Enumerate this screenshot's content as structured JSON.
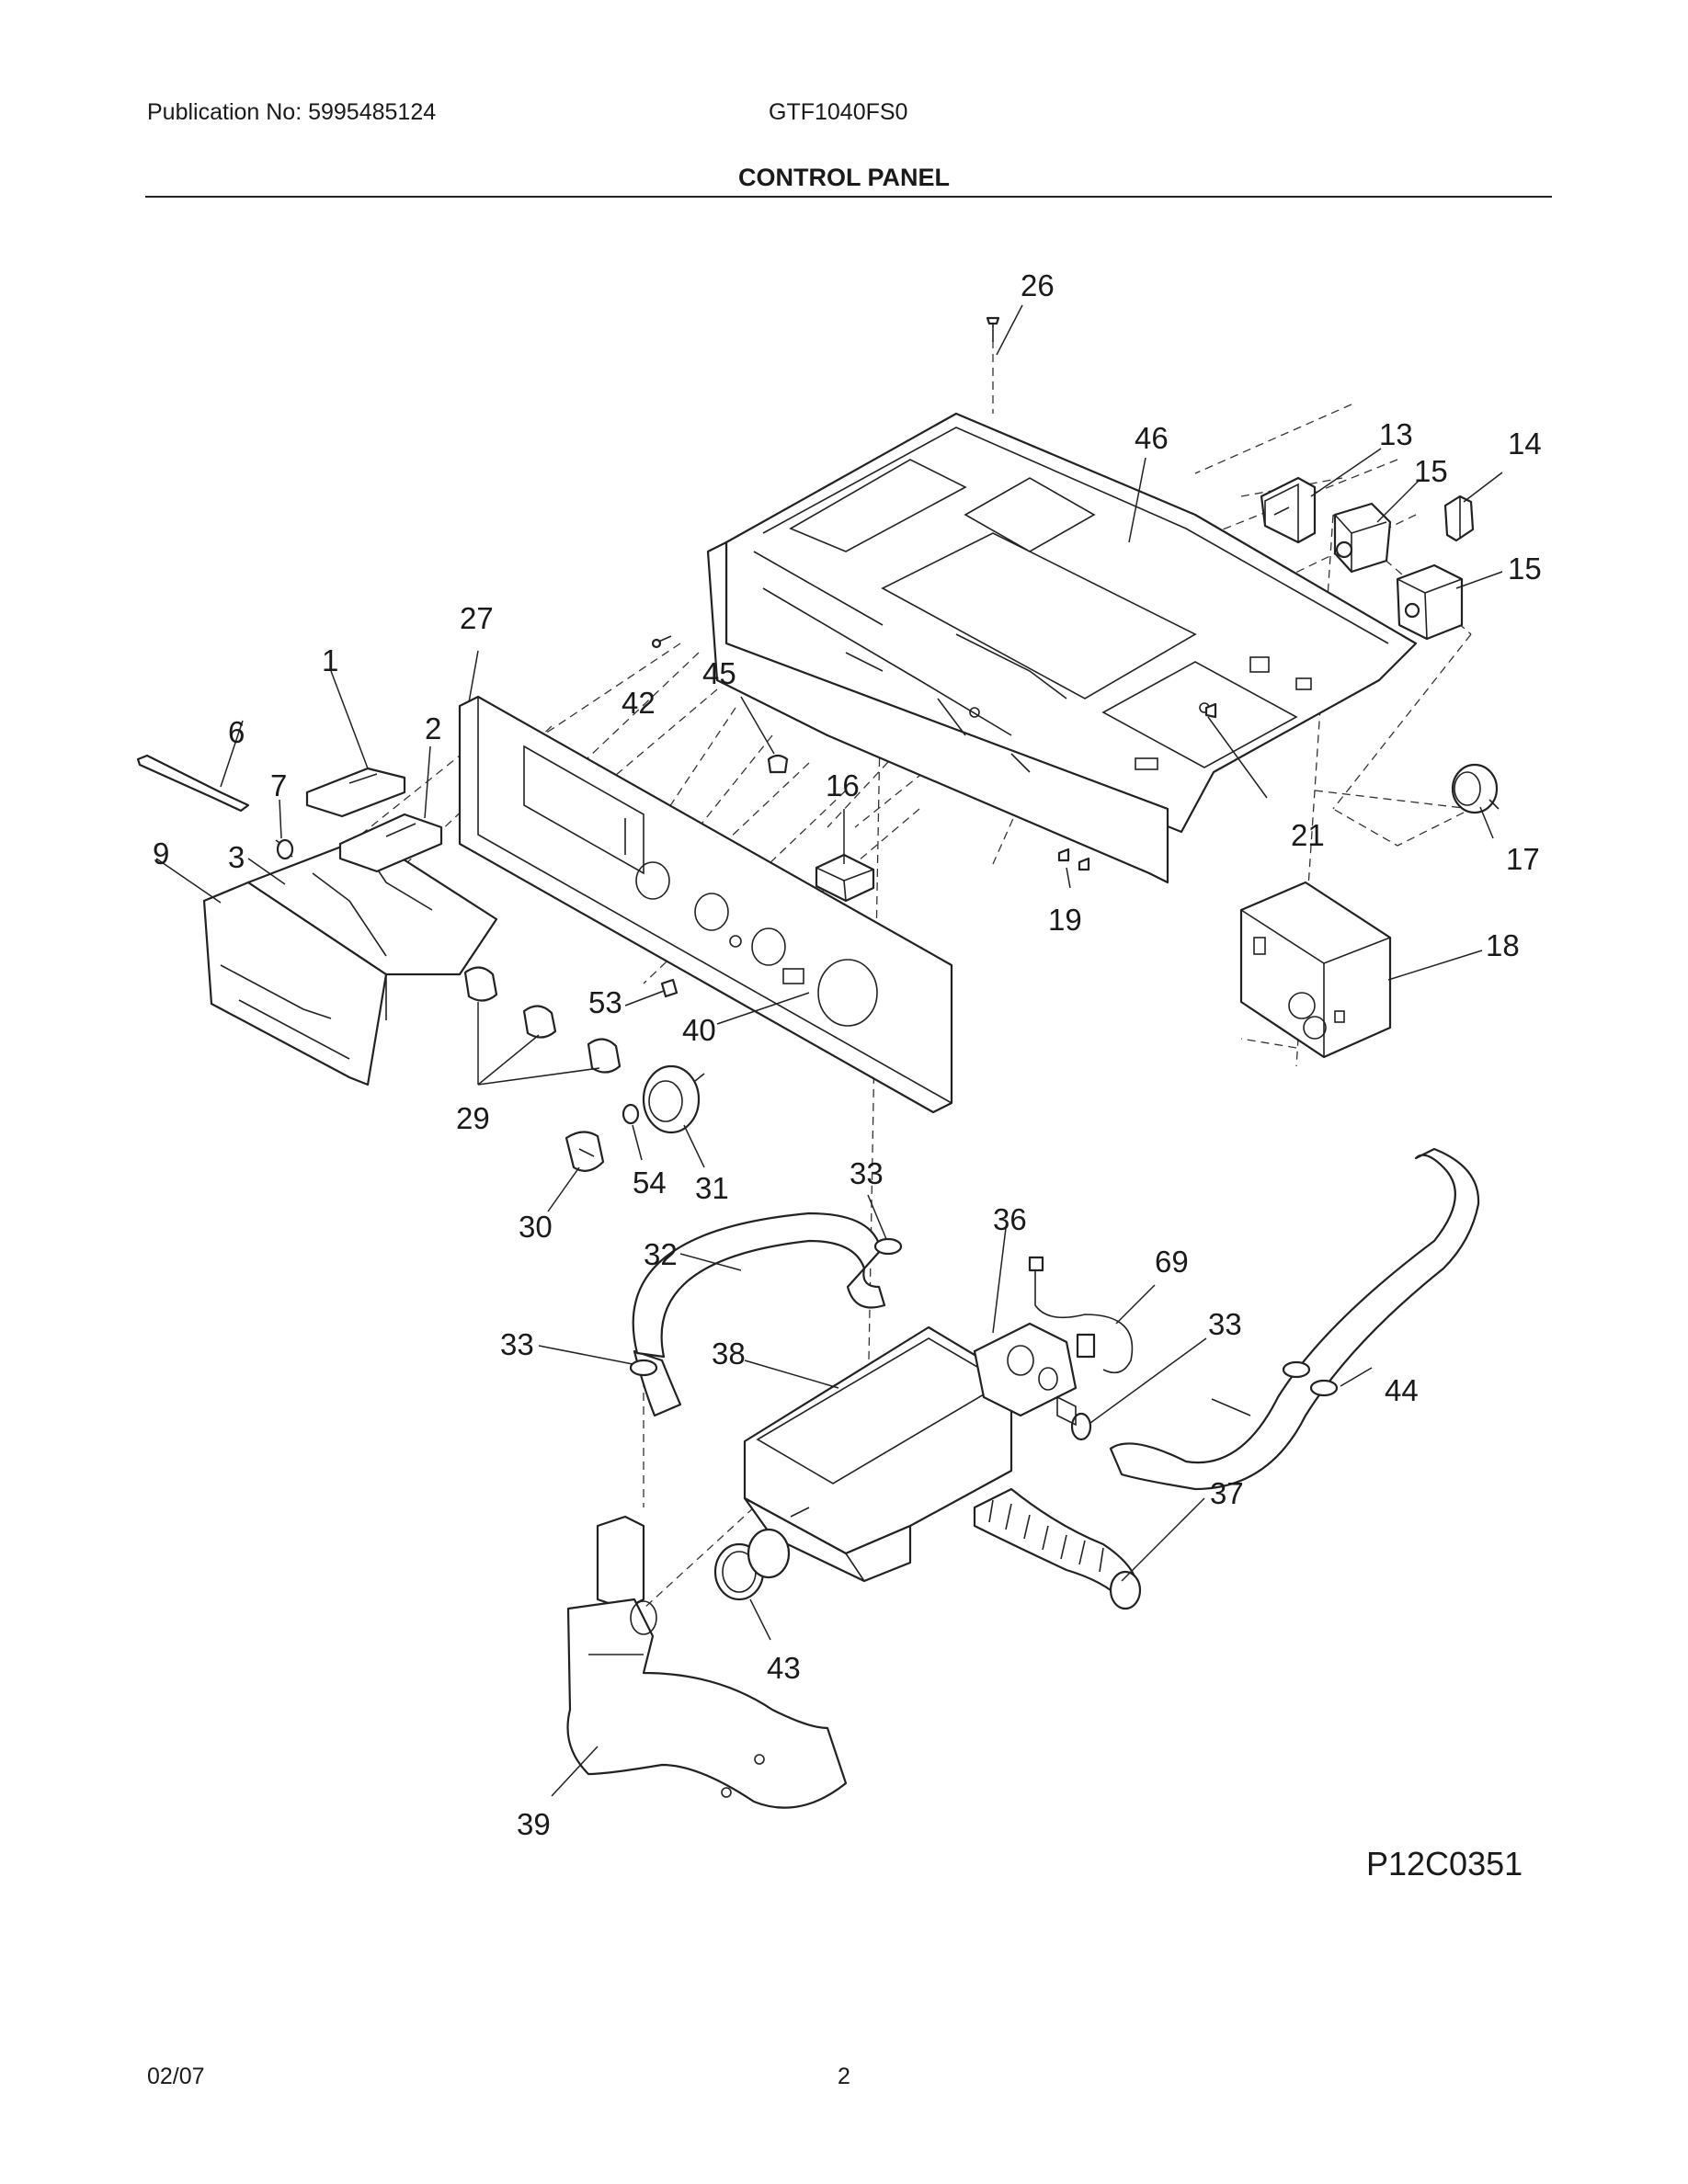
{
  "header": {
    "publication": "Publication No: 5995485124",
    "model": "GTF1040FS0",
    "title": "CONTROL PANEL"
  },
  "footer": {
    "date": "02/07",
    "page": "2"
  },
  "diagram": {
    "figure_id": "P12C0351",
    "callouts": {
      "c1": "1",
      "c2": "2",
      "c3": "3",
      "c6": "6",
      "c7": "7",
      "c9": "9",
      "c13": "13",
      "c14": "14",
      "c15a": "15",
      "c15b": "15",
      "c16": "16",
      "c17": "17",
      "c18": "18",
      "c19": "19",
      "c21": "21",
      "c26": "26",
      "c27": "27",
      "c29": "29",
      "c30": "30",
      "c31": "31",
      "c32": "32",
      "c33a": "33",
      "c33b": "33",
      "c33c": "33",
      "c36": "36",
      "c37": "37",
      "c38": "38",
      "c39": "39",
      "c40": "40",
      "c42": "42",
      "c43": "43",
      "c44": "44",
      "c45": "45",
      "c46": "46",
      "c53": "53",
      "c54": "54",
      "c69": "69"
    }
  }
}
